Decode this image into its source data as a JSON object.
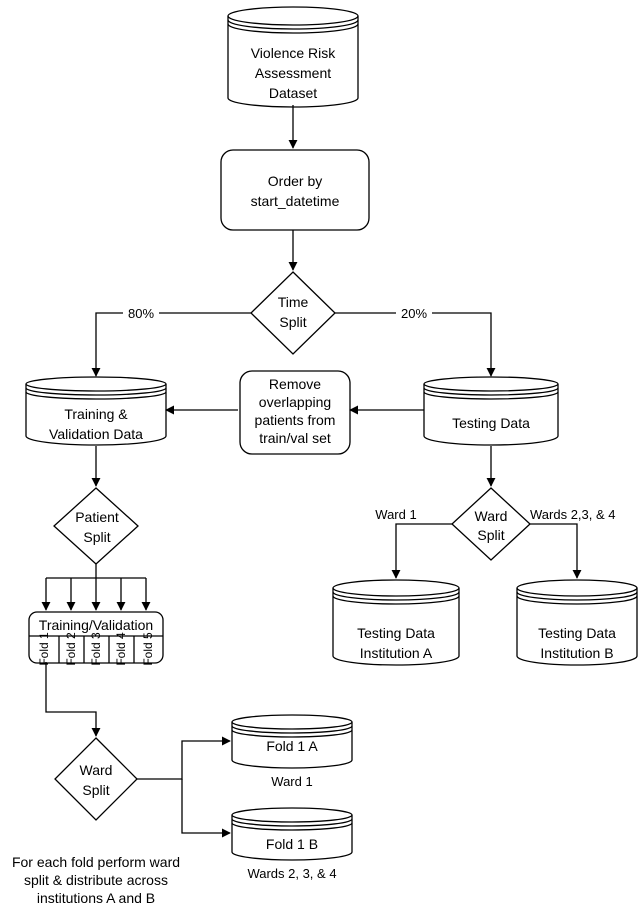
{
  "nodes": {
    "dataset": [
      "Violence Risk",
      "Assessment",
      "Dataset"
    ],
    "order": [
      "Order by",
      "start_datetime"
    ],
    "time_split": [
      "Time",
      "Split"
    ],
    "train_val": [
      "Training &",
      "Validation Data"
    ],
    "remove": [
      "Remove",
      "overlapping",
      "patients from",
      "train/val set"
    ],
    "testing": [
      "Testing Data"
    ],
    "patient_split": [
      "Patient",
      "Split"
    ],
    "ward_split_test": [
      "Ward",
      "Split"
    ],
    "test_inst_a": [
      "Testing Data",
      "Institution A"
    ],
    "test_inst_b": [
      "Testing Data",
      "Institution B"
    ],
    "tv_header": "Training/Validation",
    "folds": [
      "Fold 1",
      "Fold 2",
      "Fold 3",
      "Fold 4",
      "Fold 5"
    ],
    "ward_split_fold": [
      "Ward",
      "Split"
    ],
    "fold1a": "Fold 1 A",
    "fold1b": "Fold 1 B"
  },
  "labels": {
    "pct80": "80%",
    "pct20": "20%",
    "ward1_test": "Ward 1",
    "wards234_test": "Wards 2,3, & 4",
    "ward1_fold": "Ward 1",
    "wards234_fold": "Wards 2, 3, & 4",
    "note": [
      "For each fold perform ward",
      "split & distribute across",
      "institutions A and B"
    ]
  }
}
